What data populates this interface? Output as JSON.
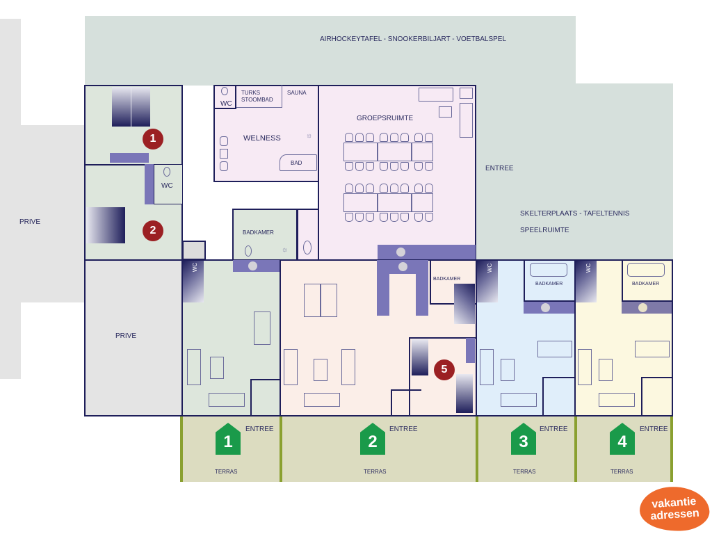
{
  "colors": {
    "wall": "#1e1e5a",
    "outdoor_zone": "#d6e0dc",
    "prive_zone": "#e4e4e4",
    "green_room": "#dde6dc",
    "pink_room": "#f7eaf4",
    "peach_room": "#fbeee8",
    "blue_room": "#e0eefa",
    "yellow_room": "#fcf8e0",
    "terrace": "#dcdcc0",
    "terrace_border": "#8aa030",
    "house_badge": "#1a9a4a",
    "room_badge": "#9b2023",
    "logo": "#ee6a2c"
  },
  "outdoor": {
    "top_label": "AIRHOCKEYTAFEL   -   SNOOKERBILJART  -  VOETBALSPEL",
    "right_label_1": "SKELTERPLAATS  - TAFELTENNIS",
    "right_label_2": "SPEELRUIMTE",
    "entree_label": "ENTREE"
  },
  "prive": {
    "outer_label": "PRIVE",
    "inner_label": "PRIVE"
  },
  "rooms": {
    "bedroom_1_badge": "1",
    "bedroom_2_badge": "2",
    "bedroom_5_badge": "5",
    "wc_label": "WC",
    "welness_label": "WELNESS",
    "turks_label_1": "TURKS",
    "turks_label_2": "STOOMBAD",
    "sauna_label": "SAUNA",
    "bad_label": "BAD",
    "wc_welness_label": "WC",
    "badkamer_label": "BADKAMER",
    "groepsruimte_label": "GROEPSRUIMTE",
    "unit1_wc_label": "WC",
    "unit2_badkamer_label": "BADKAMER",
    "unit3_wc_label": "WC",
    "unit3_badkamer_label": "BADKAMER",
    "unit4_wc_label": "WC",
    "unit4_badkamer_label": "BADKAMER"
  },
  "units": [
    {
      "number": "1",
      "entree": "ENTREE",
      "terras": "TERRAS"
    },
    {
      "number": "2",
      "entree": "ENTREE",
      "terras": "TERRAS"
    },
    {
      "number": "3",
      "entree": "ENTREE",
      "terras": "TERRAS"
    },
    {
      "number": "4",
      "entree": "ENTREE",
      "terras": "TERRAS"
    }
  ],
  "logo": {
    "line1": "vakantie",
    "line2": "adressen"
  }
}
